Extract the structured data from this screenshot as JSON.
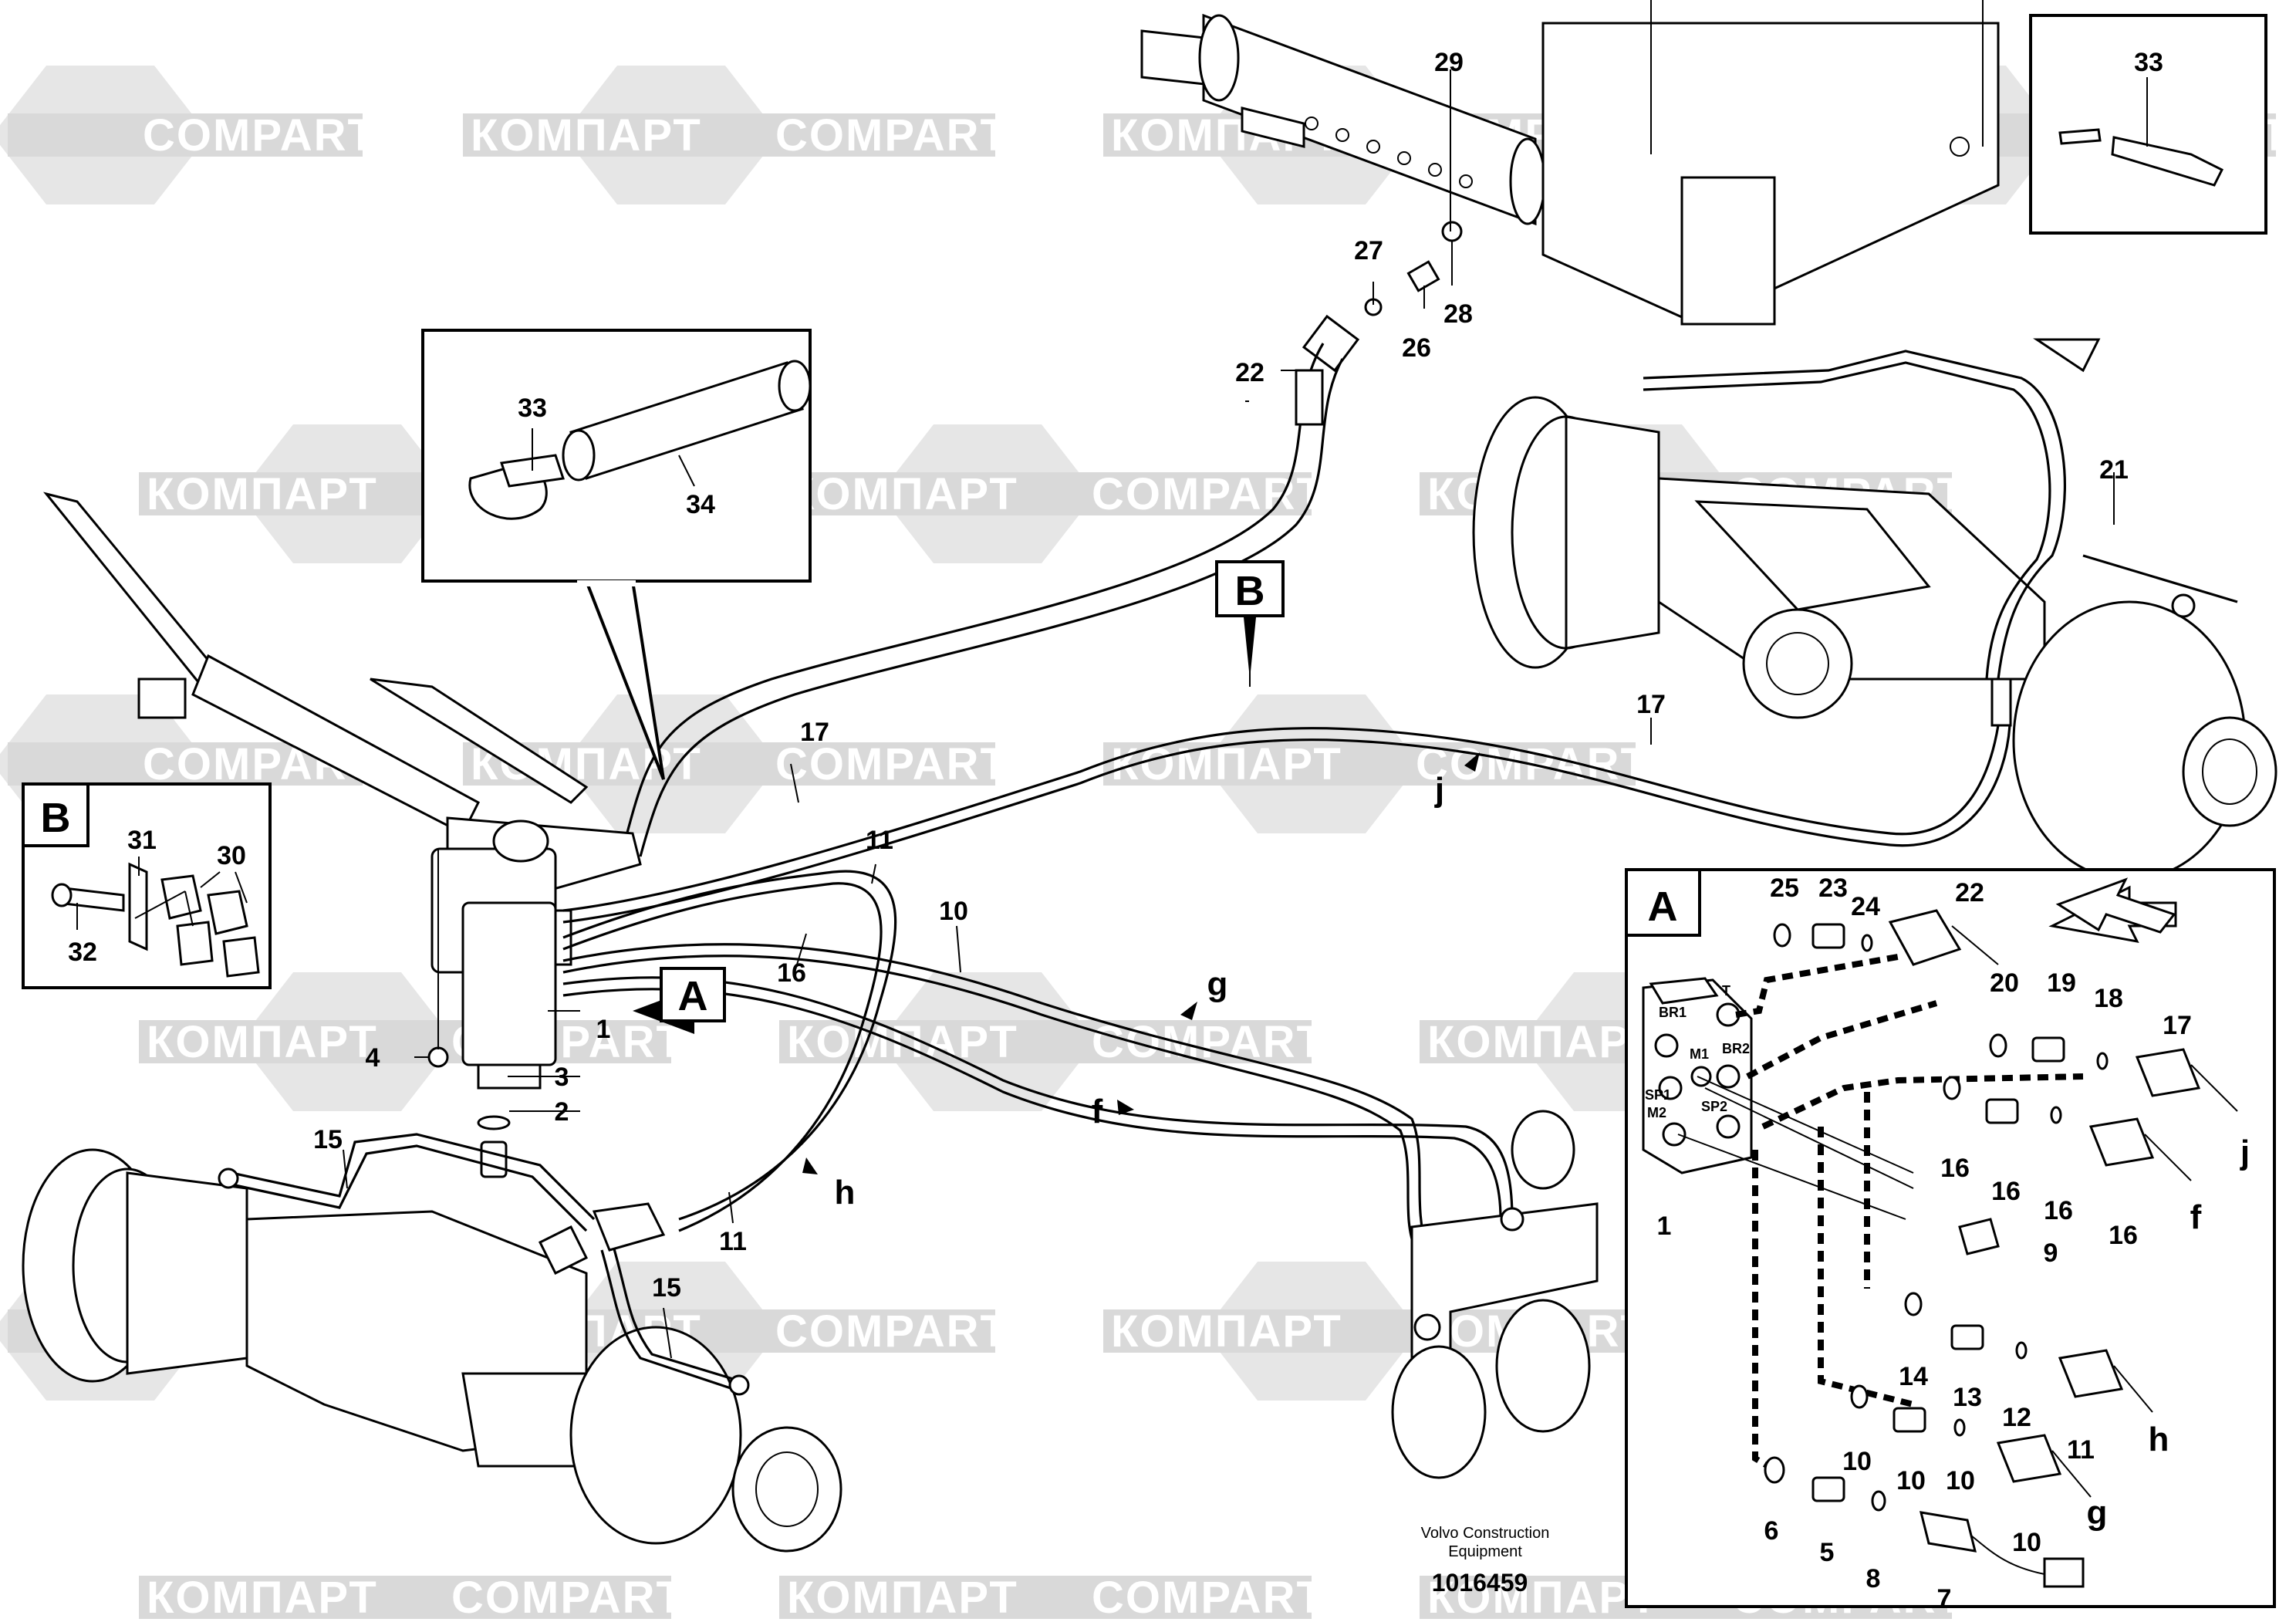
{
  "watermark": {
    "latin": "COMPART",
    "cyrillic": "КОМПАРТ"
  },
  "footer": {
    "company": "Volvo Construction",
    "company2": "Equipment",
    "drawing_number": "1016459"
  },
  "detail_boxes": {
    "A": "A",
    "B": "B"
  },
  "callouts": {
    "n1": "1",
    "n2": "2",
    "n3": "3",
    "n4": "4",
    "n10": "10",
    "n11": "11",
    "n11b": "11",
    "n15": "15",
    "n15b": "15",
    "n16": "16",
    "n17": "17",
    "n17b": "17",
    "n21": "21",
    "n22": "22",
    "n26": "26",
    "n27": "27",
    "n28": "28",
    "n29": "29",
    "n33a": "33",
    "n33b": "33",
    "n34": "34",
    "b30": "30",
    "b31": "31",
    "b32": "32",
    "a1": "1",
    "a5": "5",
    "a6": "6",
    "a7": "7",
    "a8": "8",
    "a9": "9",
    "a10a": "10",
    "a10b": "10",
    "a10c": "10",
    "a10d": "10",
    "a11": "11",
    "a12": "12",
    "a13": "13",
    "a14": "14",
    "a16a": "16",
    "a16b": "16",
    "a16c": "16",
    "a16d": "16",
    "a17": "17",
    "a18": "18",
    "a19": "19",
    "a20": "20",
    "a22": "22",
    "a23": "23",
    "a24": "24",
    "a25": "25"
  },
  "letters": {
    "f": "f",
    "g": "g",
    "h": "h",
    "j": "j",
    "af": "f",
    "ag": "g",
    "ah": "h",
    "aj": "j"
  },
  "port_labels": {
    "br1": "BR1",
    "t": "T",
    "m1": "M1",
    "br2": "BR2",
    "sp1": "SP1",
    "m2": "M2",
    "sp2": "SP2"
  }
}
